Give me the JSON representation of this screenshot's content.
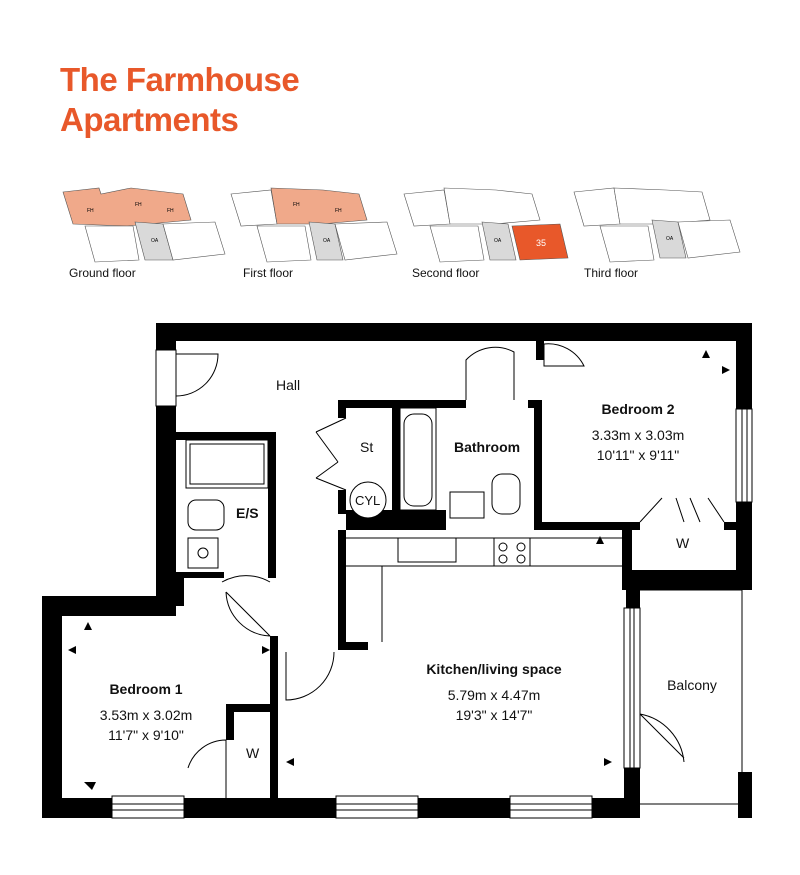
{
  "title": {
    "line1": "The Farmhouse",
    "line2": "Apartments"
  },
  "colors": {
    "accent": "#e8582a",
    "unit": "#e8582a",
    "occupied": "#f0a98a",
    "core": "#d9d9d9",
    "wall": "#000000"
  },
  "key_plans": [
    {
      "label": "Ground floor",
      "tags": [
        "FH",
        "FH",
        "FH",
        "OA"
      ]
    },
    {
      "label": "First floor",
      "tags": [
        "FH",
        "FH",
        "OA"
      ]
    },
    {
      "label": "Second floor",
      "tags": [
        "OA",
        "35"
      ]
    },
    {
      "label": "Third floor",
      "tags": [
        "OA"
      ]
    }
  ],
  "rooms": {
    "hall": {
      "name": "Hall"
    },
    "store": {
      "name": "St"
    },
    "cylinder": {
      "name": "CYL"
    },
    "bathroom": {
      "name": "Bathroom"
    },
    "ensuite": {
      "name": "E/S"
    },
    "bedroom2": {
      "name": "Bedroom 2",
      "metric": "3.33m x 3.03m",
      "imperial": "10'11\" x 9'11\""
    },
    "wardrobe2": {
      "name": "W"
    },
    "kitchen": {
      "name": "Kitchen/living space",
      "metric": "5.79m x 4.47m",
      "imperial": "19'3\" x 14'7\""
    },
    "balcony": {
      "name": "Balcony"
    },
    "bedroom1": {
      "name": "Bedroom 1",
      "metric": "3.53m x 3.02m",
      "imperial": "11'7\" x 9'10\""
    },
    "wardrobe1": {
      "name": "W"
    }
  }
}
